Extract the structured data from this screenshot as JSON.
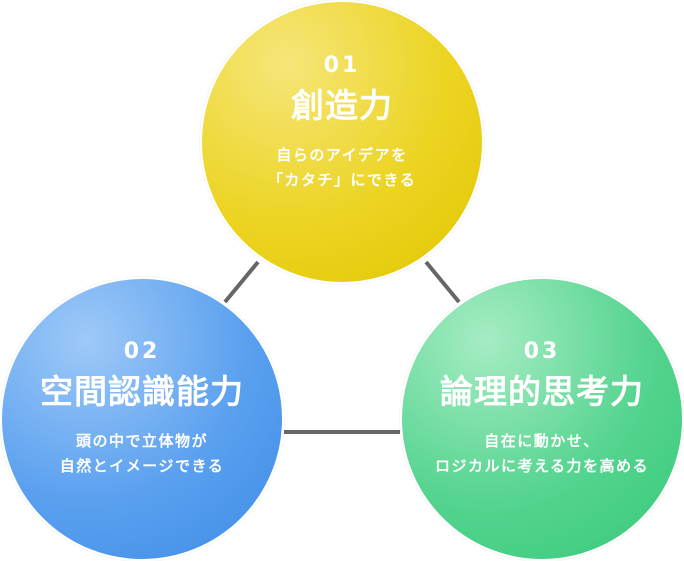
{
  "nodes": [
    {
      "number": "01",
      "title": "創造力",
      "desc_lines": [
        "自らのアイデアを",
        "「カタチ」にできる"
      ],
      "color": "#e8cf10"
    },
    {
      "number": "02",
      "title": "空間認識能力",
      "desc_lines": [
        "頭の中で立体物が",
        "自然とイメージできる"
      ],
      "color": "#4a93ea"
    },
    {
      "number": "03",
      "title": "論理的思考力",
      "desc_lines": [
        "自在に動かせ、",
        "ロジカルに考える力を高める"
      ],
      "color": "#3ccd80"
    }
  ],
  "connector_color": "#666666"
}
